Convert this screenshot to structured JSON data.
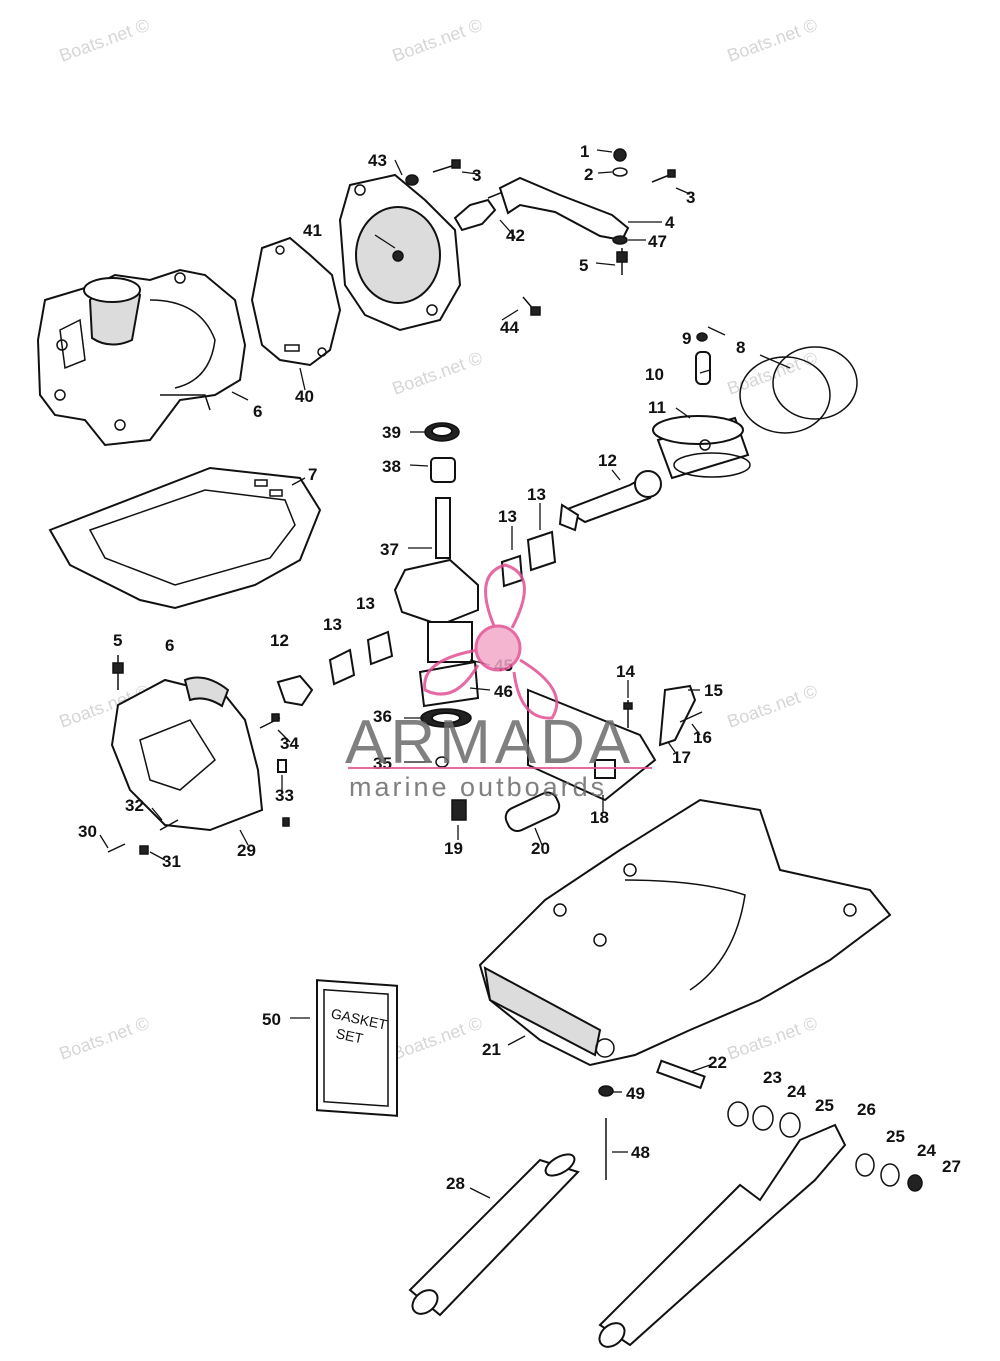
{
  "watermark": "Boats.net ©",
  "brand": {
    "name": "ARMADA",
    "tagline": "marine outboards",
    "accent_color": "#e24f93"
  },
  "gasket_set_label": {
    "line1": "GASKET",
    "line2": "SET"
  },
  "callouts": {
    "c1": "1",
    "c2": "2",
    "c3a": "3",
    "c3b": "3",
    "c4": "4",
    "c5a": "5",
    "c5b": "5",
    "c6a": "6",
    "c6b": "6",
    "c7": "7",
    "c8": "8",
    "c9": "9",
    "c10": "10",
    "c11": "11",
    "c12a": "12",
    "c12b": "12",
    "c13a": "13",
    "c13b": "13",
    "c13c": "13",
    "c13d": "13",
    "c14": "14",
    "c15": "15",
    "c16": "16",
    "c17": "17",
    "c18": "18",
    "c19": "19",
    "c20": "20",
    "c21": "21",
    "c22": "22",
    "c23": "23",
    "c24a": "24",
    "c24b": "24",
    "c25a": "25",
    "c25b": "25",
    "c26": "26",
    "c27": "27",
    "c28": "28",
    "c29": "29",
    "c30": "30",
    "c31": "31",
    "c32": "32",
    "c33": "33",
    "c34": "34",
    "c35": "35",
    "c36": "36",
    "c37": "37",
    "c38": "38",
    "c39": "39",
    "c40": "40",
    "c41": "41",
    "c42": "42",
    "c43": "43",
    "c44": "44",
    "c45": "45",
    "c46": "46",
    "c47": "47",
    "c48": "48",
    "c49": "49",
    "c50": "50"
  }
}
